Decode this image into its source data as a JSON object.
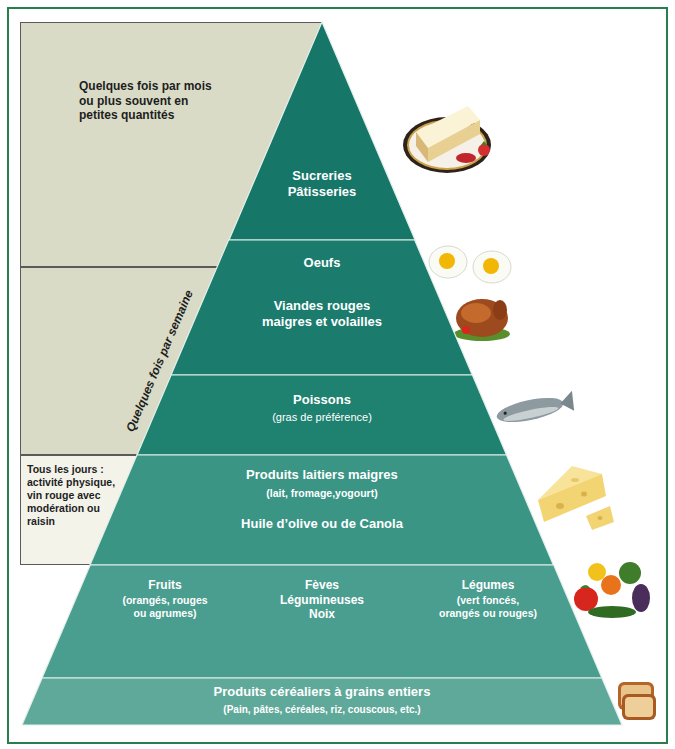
{
  "diagram": {
    "nodes": [
      {
        "text": [
          "Quelques fois par mois ou plus souvent en petites quantités"
        ]
      },
      {
        "text": [
          "Quelques fois par semaine"
        ]
      },
      {
        "text": [
          "Tous les jours : activité physique, vin rouge avec modération ou raisin"
        ]
      },
      {
        "text": [
          "Sucreries Pâtisseries"
        ]
      },
      {
        "text": [
          "Oeufs",
          "Viandes rouges maigres et volailles"
        ]
      },
      {
        "text": [
          "Poissons",
          "(gras de préférence)"
        ]
      },
      {
        "text": [
          "Produits laitiers maigres",
          "(lait, fromage,yogourt)",
          "Huile d’olive ou de Canola"
        ]
      },
      {
        "text": [
          "Fruits",
          "(orangés, rouges ou agrumes)",
          "Fèves Légumineuses Noix",
          "Légumes",
          "(vert foncés, orangés ou rouges)"
        ]
      },
      {
        "text": [
          "Produits céréaliers à grains entiers",
          "(Pain, pâtes, céréales, riz, couscous, etc.)"
        ]
      }
    ]
  }
}
